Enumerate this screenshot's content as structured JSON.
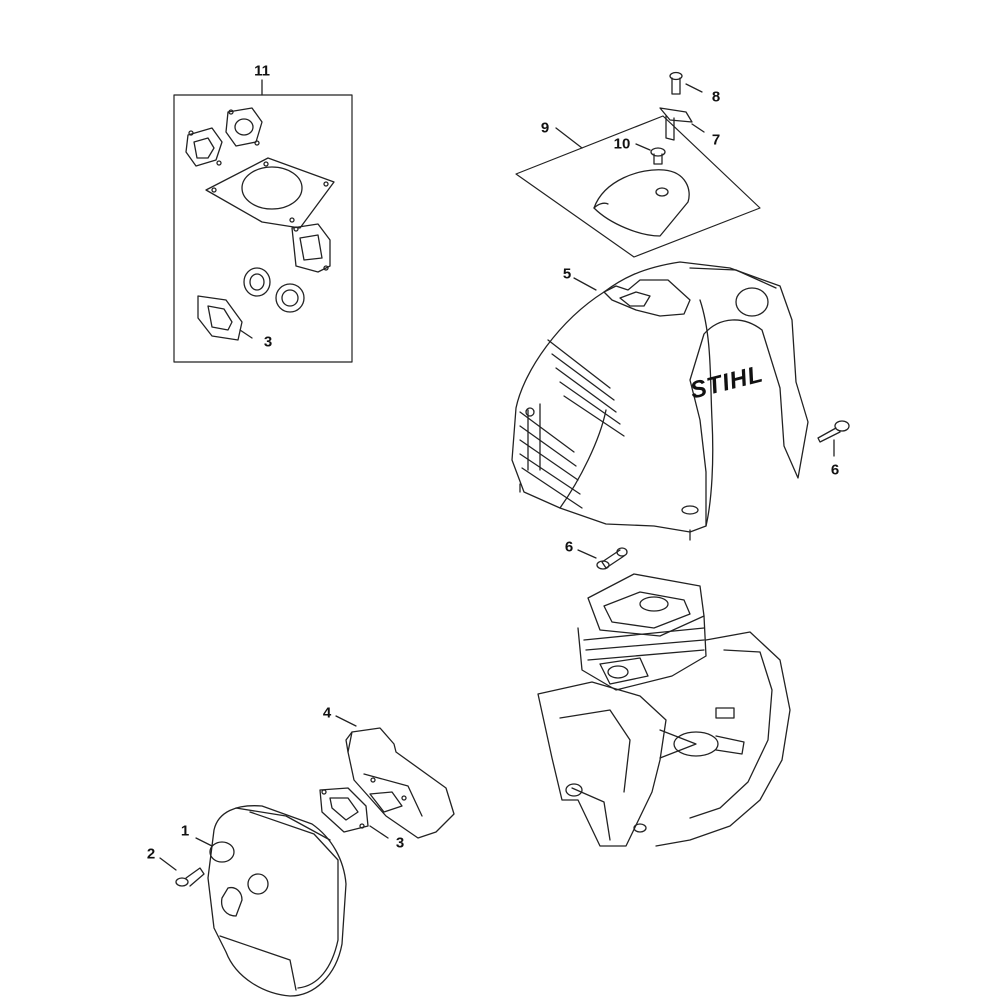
{
  "callouts": {
    "c1": "1",
    "c2": "2",
    "c3a": "3",
    "c3b": "3",
    "c4": "4",
    "c5": "5",
    "c6a": "6",
    "c6b": "6",
    "c7": "7",
    "c8": "8",
    "c9": "9",
    "c10": "10",
    "c11": "11"
  },
  "brand_text": "STIHL",
  "colors": {
    "line": "#222222",
    "background": "#ffffff"
  }
}
